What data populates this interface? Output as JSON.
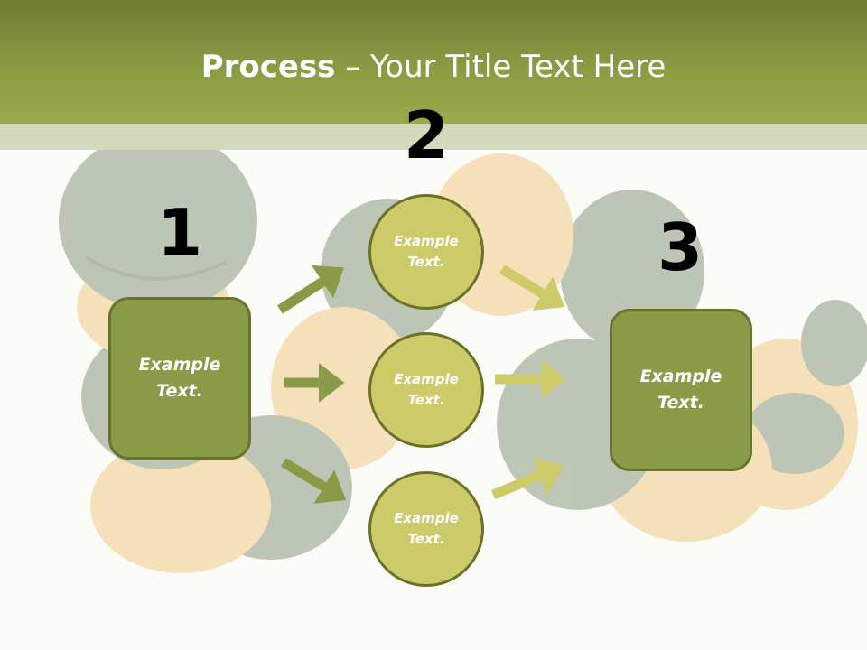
{
  "title": {
    "bold": "Process",
    "rest": " – Your Title Text Here"
  },
  "steps": {
    "step1": {
      "number": "1",
      "label": "Example\nText."
    },
    "step2": {
      "number": "2",
      "circles": [
        {
          "label": "Example\nText."
        },
        {
          "label": "Example\nText."
        },
        {
          "label": "Example\nText."
        }
      ]
    },
    "step3": {
      "number": "3",
      "label": "Example\nText."
    }
  },
  "colors": {
    "title_bar": "#8a9c42",
    "box_fill": "#8a9b48",
    "circle_fill": "#cdca6a",
    "arrow_dark": "#8a9b48",
    "arrow_light": "#cdca6a"
  }
}
